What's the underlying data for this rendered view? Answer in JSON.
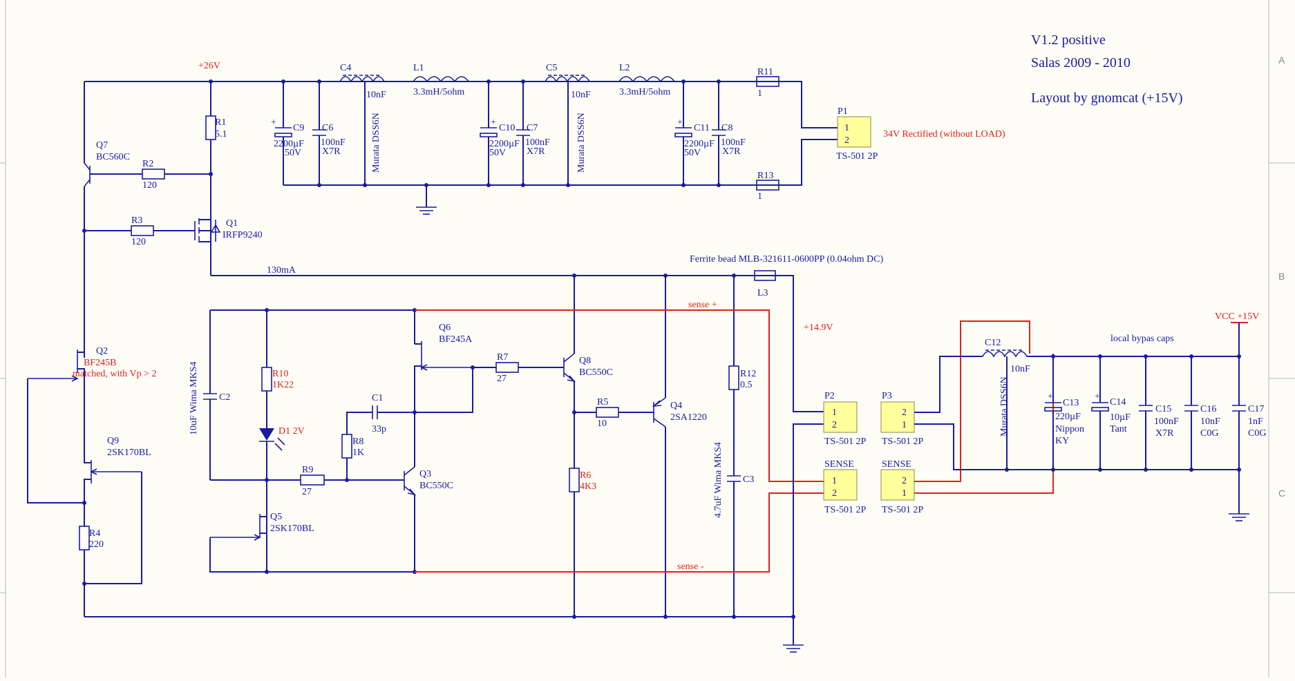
{
  "title_block": {
    "version": "V1.2 positive",
    "author": "Salas 2009 - 2010",
    "layout": "Layout by gnomcat (+15V)"
  },
  "zones": [
    "A",
    "B",
    "C"
  ],
  "nets": {
    "v26": "+26V",
    "i130": "130mA",
    "v149": "+14.9V",
    "vcc": "VCC +15V",
    "sense_plus": "sense +",
    "sense_minus": "sense -",
    "p1_note": "34V Rectified (without LOAD)",
    "ferrite": "Ferrite bead MLB-321611-0600PP (0.04ohm DC)",
    "bypass": "local bypas caps"
  },
  "components": {
    "R1": {
      "ref": "R1",
      "val": "5.1"
    },
    "R2": {
      "ref": "R2",
      "val": "120"
    },
    "R3": {
      "ref": "R3",
      "val": "120"
    },
    "R4": {
      "ref": "R4",
      "val": "220"
    },
    "R5": {
      "ref": "R5",
      "val": "10"
    },
    "R6": {
      "ref": "R6",
      "val": "4K3"
    },
    "R7": {
      "ref": "R7",
      "val": "27"
    },
    "R8": {
      "ref": "R8",
      "val": "1K"
    },
    "R9": {
      "ref": "R9",
      "val": "27"
    },
    "R10": {
      "ref": "R10",
      "val": "1K22"
    },
    "R11": {
      "ref": "R11",
      "val": "1"
    },
    "R12": {
      "ref": "R12",
      "val": "0.5"
    },
    "R13": {
      "ref": "R13",
      "val": "1"
    },
    "Q1": {
      "ref": "Q1",
      "val": "IRFP9240"
    },
    "Q2": {
      "ref": "Q2",
      "val": "BF245B",
      "note": "matched,  with Vp > 2"
    },
    "Q3": {
      "ref": "Q3",
      "val": "BC550C"
    },
    "Q4": {
      "ref": "Q4",
      "val": "2SA1220"
    },
    "Q5": {
      "ref": "Q5",
      "val": "2SK170BL"
    },
    "Q6": {
      "ref": "Q6",
      "val": "BF245A"
    },
    "Q7": {
      "ref": "Q7",
      "val": "BC560C"
    },
    "Q8": {
      "ref": "Q8",
      "val": "BC550C"
    },
    "Q9": {
      "ref": "Q9",
      "val": "2SK170BL"
    },
    "D1": {
      "ref": "D1 2V"
    },
    "C1": {
      "ref": "C1",
      "val": "33p"
    },
    "C2": {
      "ref": "C2",
      "val": "10uF Wima MKS4"
    },
    "C3": {
      "ref": "C3",
      "val": "4.7uF Wima MKS4"
    },
    "C4": {
      "ref": "C4",
      "val": "10nF",
      "part": "Murata DSS6N"
    },
    "C5": {
      "ref": "C5",
      "val": "10nF",
      "part": "Murata DSS6N"
    },
    "C6": {
      "ref": "C6",
      "val": "100nF",
      "val2": "X7R"
    },
    "C7": {
      "ref": "C7",
      "val": "100nF",
      "val2": "X7R"
    },
    "C8": {
      "ref": "C8",
      "val": "100nF",
      "val2": "X7R"
    },
    "C9": {
      "ref": "C9",
      "val": "2200µF",
      "val2": "50V"
    },
    "C10": {
      "ref": "C10",
      "val": "2200µF",
      "val2": "50V"
    },
    "C11": {
      "ref": "C11",
      "val": "2200µF",
      "val2": "50V"
    },
    "C12": {
      "ref": "C12",
      "val": "10nF",
      "part": "Murata DSS6N"
    },
    "C13": {
      "ref": "C13",
      "val": "220µF",
      "val2": "Nippon",
      "val3": "KY"
    },
    "C14": {
      "ref": "C14",
      "val": "10µF",
      "val2": "Tant"
    },
    "C15": {
      "ref": "C15",
      "val": "100nF",
      "val2": "X7R"
    },
    "C16": {
      "ref": "C16",
      "val": "10nF",
      "val2": "C0G"
    },
    "C17": {
      "ref": "C17",
      "val": "1nF",
      "val2": "C0G"
    },
    "L1": {
      "ref": "L1",
      "val": "3.3mH/5ohm"
    },
    "L2": {
      "ref": "L2",
      "val": "3.3mH/5ohm"
    },
    "L3": {
      "ref": "L3"
    },
    "P1": {
      "ref": "P1",
      "val": "TS-501 2P",
      "pin1": "1",
      "pin2": "2"
    },
    "P2": {
      "ref": "P2",
      "val": "TS-501 2P",
      "pin1": "1",
      "pin2": "2"
    },
    "P3": {
      "ref": "P3",
      "val": "TS-501 2P",
      "pin1": "2",
      "pin2": "1"
    },
    "S1": {
      "ref": "SENSE",
      "val": "TS-501 2P",
      "pin1": "1",
      "pin2": "2"
    },
    "S2": {
      "ref": "SENSE",
      "val": "TS-501 2P",
      "pin1": "2",
      "pin2": "1"
    }
  }
}
